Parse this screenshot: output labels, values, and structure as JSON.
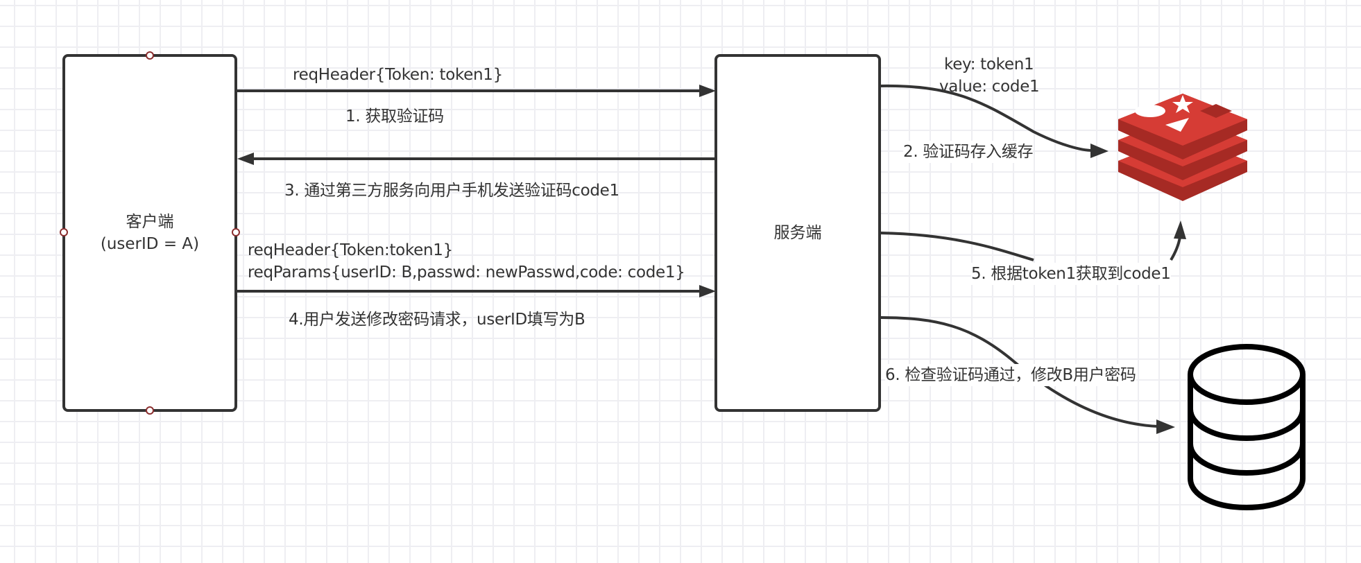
{
  "diagram": {
    "title": "验证码修改密码越权流程",
    "nodes": {
      "client": {
        "label_line1": "客户端",
        "label_line2": "(userID = A)"
      },
      "server": {
        "label": "服务端"
      },
      "cache": {
        "icon": "redis-icon",
        "color": "#d63c35"
      },
      "database": {
        "icon": "database-icon"
      }
    },
    "edges": {
      "step1": {
        "top_label": "reqHeader{Token: token1}",
        "bottom_label": "1. 获取验证码",
        "from": "client",
        "to": "server"
      },
      "step2": {
        "top_label_line1": "key: token1",
        "top_label_line2": "value: code1",
        "bottom_label": "2. 验证码存入缓存",
        "from": "server",
        "to": "cache"
      },
      "step3": {
        "label": "3. 通过第三方服务向用户手机发送验证码code1",
        "from": "server",
        "to": "client"
      },
      "step4": {
        "top_label_line1": "reqHeader{Token:token1}",
        "top_label_line2": "reqParams{userID: B,passwd: newPasswd,code: code1}",
        "bottom_label": "4.用户发送修改密码请求，userID填写为B",
        "from": "client",
        "to": "server"
      },
      "step5": {
        "label": "5. 根据token1获取到code1",
        "from": "server",
        "to": "cache"
      },
      "step6": {
        "label": "6. 检查验证码通过，修改B用户密码",
        "from": "server",
        "to": "database"
      }
    },
    "colors": {
      "stroke": "#333333",
      "connector_dot": "#8b2e2e",
      "redis_red": "#d63c35",
      "grid": "#eeeef2"
    }
  }
}
